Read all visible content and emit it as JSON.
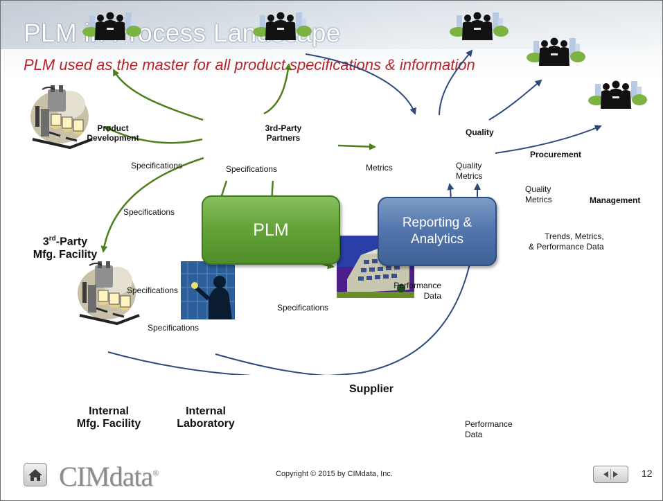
{
  "slide": {
    "title": "PLM in Process Landscape",
    "subtitle": "PLM used as the master for all product specifications & information",
    "page_number": "12",
    "copyright": "Copyright © 2015 by CIMdata, Inc.",
    "logo_text": "CIMdata",
    "logo_reg": "®"
  },
  "nodes": {
    "plm": "PLM",
    "reporting_line1": "Reporting &",
    "reporting_line2": "Analytics",
    "product_dev_line1": "Product",
    "product_dev_line2": "Development",
    "partners_line1": "3rd-Party",
    "partners_line2": "Partners",
    "quality": "Quality",
    "procurement": "Procurement",
    "management": "Management",
    "third_mfg_sup": "rd",
    "third_mfg_line1_a": "3",
    "third_mfg_line1_b": "-Party",
    "third_mfg_line2": "Mfg. Facility",
    "internal_mfg_line1": "Internal",
    "internal_mfg_line2": "Mfg. Facility",
    "internal_lab_line1": "Internal",
    "internal_lab_line2": "Laboratory",
    "supplier": "Supplier"
  },
  "edge_labels": {
    "spec_product_dev": "Specifications",
    "spec_partners": "Specifications",
    "spec_third_mfg": "Specifications",
    "spec_internal_mfg": "Specifications",
    "spec_internal_lab": "Specifications",
    "spec_supplier": "Specifications",
    "metrics": "Metrics",
    "quality_metrics_1_a": "Quality",
    "quality_metrics_1_b": "Metrics",
    "quality_metrics_2_a": "Quality",
    "quality_metrics_2_b": "Metrics",
    "trends_a": "Trends, Metrics,",
    "trends_b": "& Performance Data",
    "perf_supplier_a": "Performance",
    "perf_supplier_b": "Data",
    "perf_bottom_a": "Performance",
    "perf_bottom_b": "Data"
  },
  "colors": {
    "green_arrow": "#4e7f1c",
    "blue_arrow": "#2b4a7a",
    "subtitle": "#b6232a"
  },
  "icons": {
    "people_group": "business-people-icon",
    "factory": "factory-machinery-icon",
    "lab": "laboratory-photo-icon",
    "building": "office-building-icon",
    "home": "home-icon",
    "nav": "prev-next-arrows-icon"
  }
}
